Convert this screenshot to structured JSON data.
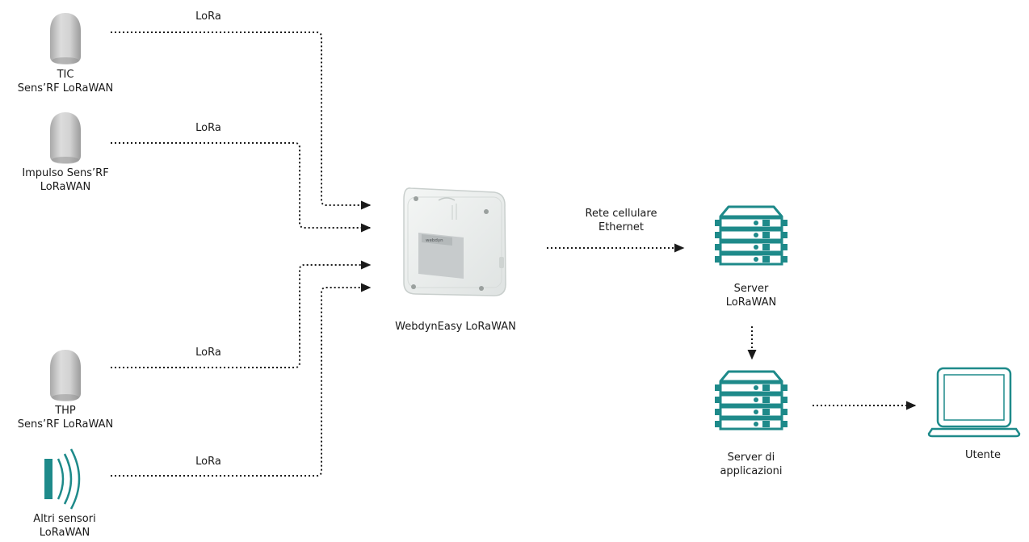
{
  "colors": {
    "teal": "#1e8a8a",
    "sensor_grey": "#c9c9c9",
    "line": "#1a1a1a",
    "gateway_body": "#e9eceb",
    "gateway_label_panel": "#c7cbcc"
  },
  "sensors": [
    {
      "icon": "radio-sensor-icon",
      "line1": "TIC",
      "line2": "Sens’RF LoRaWAN",
      "link_label": "LoRa"
    },
    {
      "icon": "radio-sensor-icon",
      "line1": "Impulso Sens’RF",
      "line2": "LoRaWAN",
      "link_label": "LoRa"
    },
    {
      "icon": "radio-sensor-icon",
      "line1": "THP",
      "line2": "Sens’RF LoRaWAN",
      "link_label": "LoRa"
    },
    {
      "icon": "wireless-signal-icon",
      "line1": "Altri sensori",
      "line2": "LoRaWAN",
      "link_label": "LoRa"
    }
  ],
  "gateway": {
    "icon": "gateway-device-icon",
    "label": "WebdynEasy LoRaWAN",
    "brand": "webdyn"
  },
  "uplink": {
    "line1": "Rete cellulare",
    "line2": "Ethernet"
  },
  "lorawan_server": {
    "icon": "server-rack-icon",
    "line1": "Server",
    "line2": "LoRaWAN"
  },
  "app_server": {
    "icon": "server-rack-icon",
    "line1": "Server di",
    "line2": "applicazioni"
  },
  "user": {
    "icon": "laptop-icon",
    "label": "Utente"
  }
}
